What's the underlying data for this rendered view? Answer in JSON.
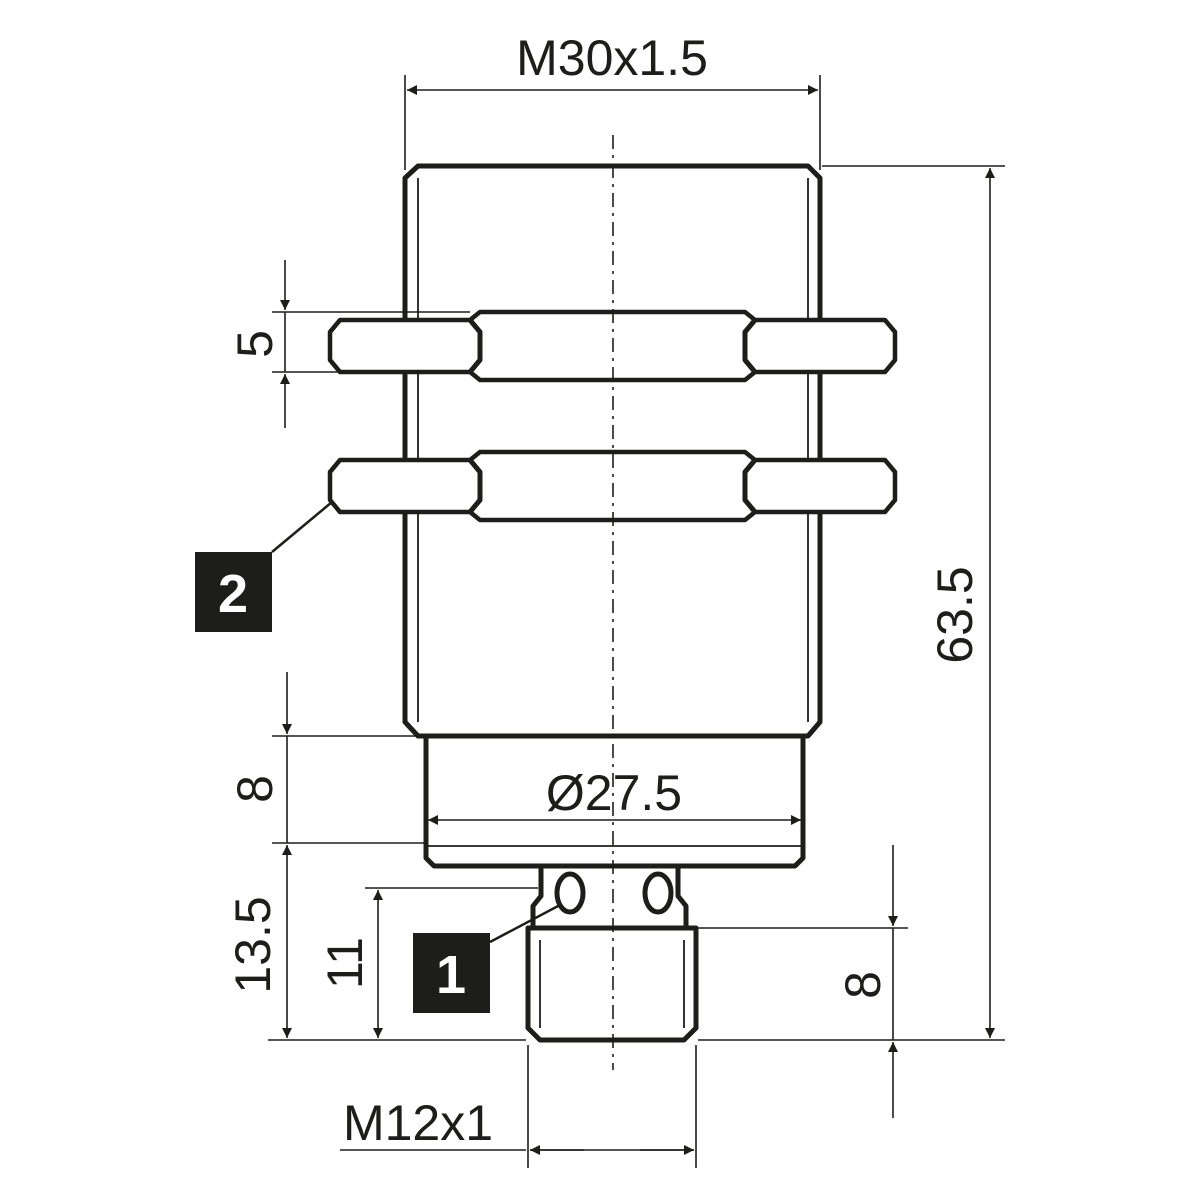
{
  "dimensions": {
    "thread_main": "M30x1.5",
    "total_length": "63.5",
    "nut_thickness": "5",
    "collar_length": "8",
    "collar_diameter": "Ø27.5",
    "connector_offset": "13.5",
    "connector_length": "11",
    "connector_thread_length": "8",
    "thread_connector": "M12x1"
  },
  "callouts": {
    "connector": "1",
    "nut": "2"
  }
}
